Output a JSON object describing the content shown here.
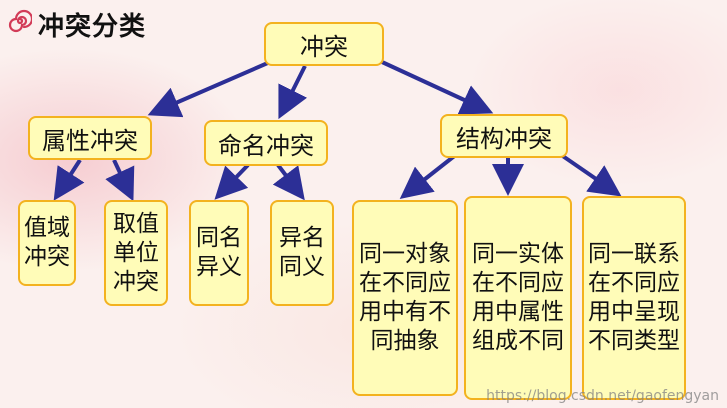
{
  "title": "冲突分类",
  "root": "冲突",
  "categories": {
    "attr": "属性冲突",
    "name": "命名冲突",
    "struct": "结构冲突"
  },
  "leaves": {
    "attr_1": "值域冲突",
    "attr_2": "取值单位冲突",
    "name_1": "同名异义",
    "name_2": "异名同义",
    "struct_1": "同一对象在不同应用中有不同抽象",
    "struct_2": "同一实体在不同应用中属性组成不同",
    "struct_3": "同一联系在不同应用中呈现不同类型"
  },
  "watermark": "https://blog.csdn.net/gaofengyan",
  "colors": {
    "box_fill": "#fffcb8",
    "box_border": "#f3b21f",
    "arrow": "#2c2f96"
  }
}
